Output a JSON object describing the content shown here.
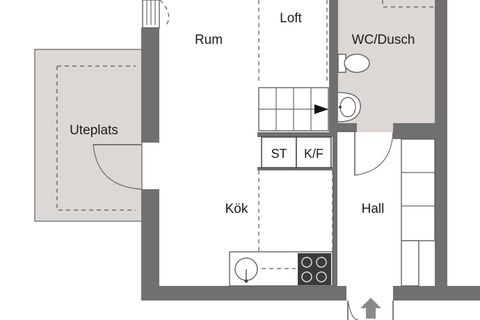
{
  "rooms": {
    "rum": "Rum",
    "loft": "Loft",
    "wc": "WC/Dusch",
    "uteplats": "Uteplats",
    "kok": "Kök",
    "hall": "Hall"
  },
  "appliances": {
    "st": "ST",
    "kf": "K/F"
  },
  "colors": {
    "wall": "#707070",
    "wet_room": "#ddd8d5",
    "terrace": "#dcd8d5",
    "entry_arrow": "#8a8a8a",
    "background": "#ffffff"
  },
  "icons": {
    "stair_direction": "arrow-right-icon",
    "entrance": "arrow-up-icon"
  }
}
